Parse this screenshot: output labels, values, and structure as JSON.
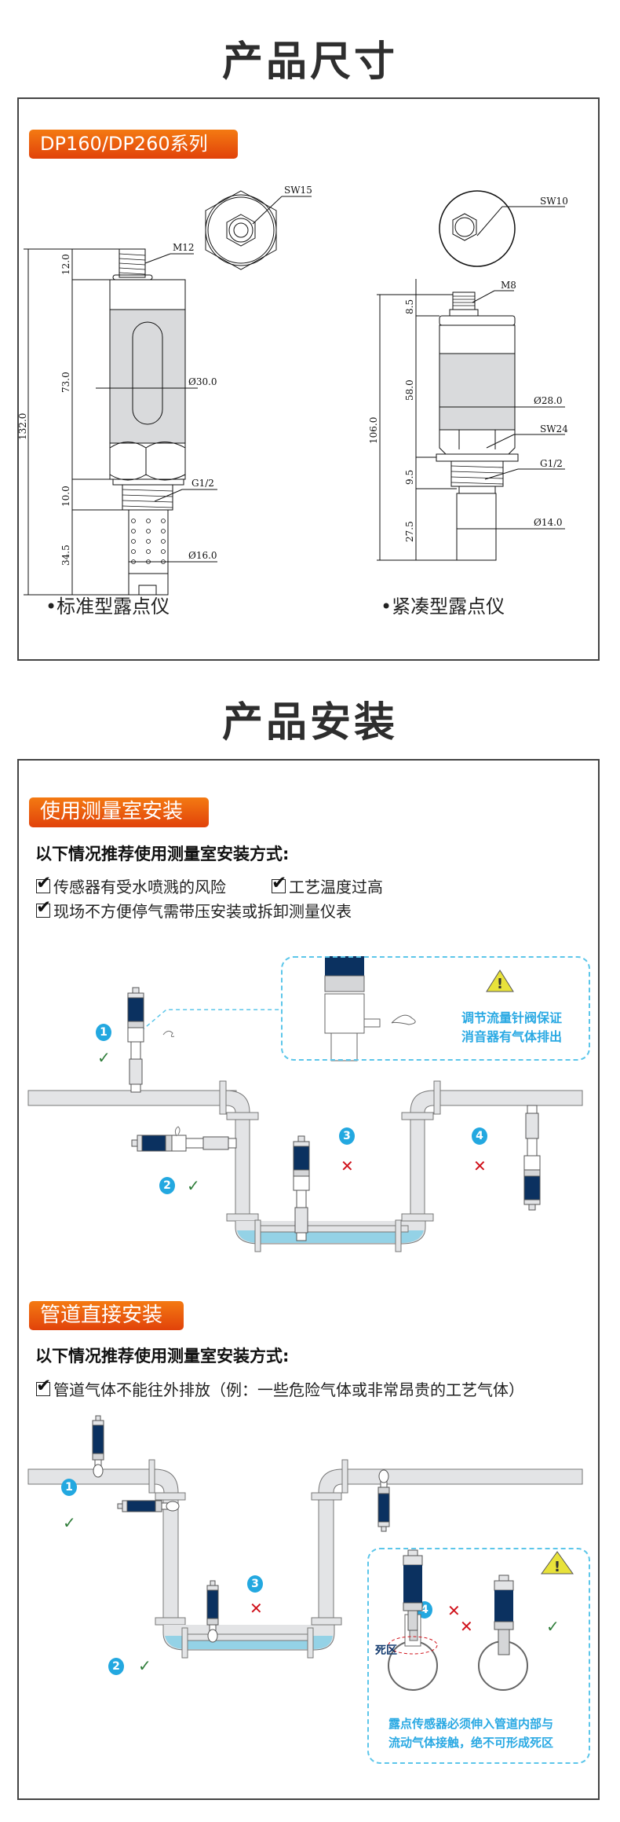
{
  "dimensions_section": {
    "title": "产品尺寸",
    "series_tag": "DP160/DP260系列",
    "standard": {
      "caption": "•标准型露点仪",
      "labels": {
        "top_wrench": "SW15",
        "connector": "M12",
        "diameter_body": "Ø30.0",
        "thread": "G1/2",
        "diameter_probe": "Ø16.0"
      },
      "dims": {
        "total": "132.0",
        "connector": "12.0",
        "body": "73.0",
        "thread": "10.0",
        "probe": "34.5"
      }
    },
    "compact": {
      "caption": "•紧凑型露点仪",
      "labels": {
        "top_wrench": "SW10",
        "connector": "M8",
        "diameter_body": "Ø28.0",
        "hex": "SW24",
        "thread": "G1/2",
        "diameter_probe": "Ø14.0"
      },
      "dims": {
        "total": "106.0",
        "connector": "8.5",
        "body": "58.0",
        "thread": "9.5",
        "probe": "27.5"
      }
    }
  },
  "install_section": {
    "title": "产品安装",
    "chamber": {
      "tag": "使用测量室安装",
      "heading": "以下情况推荐使用测量室安装方式:",
      "checks": [
        "传感器有受水喷溅的风险",
        "工艺温度过高",
        "现场不方便停气需带压安装或拆卸测量仪表"
      ],
      "callout": [
        "调节流量针阀保证",
        "消音器有气体排出"
      ],
      "positions": [
        {
          "num": "1",
          "status": "ok"
        },
        {
          "num": "2",
          "status": "ok"
        },
        {
          "num": "3",
          "status": "no"
        },
        {
          "num": "4",
          "status": "no"
        }
      ]
    },
    "direct": {
      "tag": "管道直接安装",
      "heading": "以下情况推荐使用测量室安装方式:",
      "checks": [
        "管道气体不能往外排放（例：一些危险气体或非常昂贵的工艺气体）"
      ],
      "dead_zone_label": "死区",
      "callout": [
        "露点传感器必须伸入管道内部与",
        "流动气体接触，绝不可形成死区"
      ],
      "positions": [
        {
          "num": "1",
          "status": "ok"
        },
        {
          "num": "2",
          "status": "ok"
        },
        {
          "num": "3",
          "status": "no"
        },
        {
          "num": "4",
          "status": "no"
        }
      ]
    }
  },
  "symbols": {
    "ok": "✓",
    "no": "✕",
    "warning": "!"
  },
  "colors": {
    "accent_orange": "#e8560e",
    "navy": "#0b3160",
    "cyan": "#2aa9e3",
    "water": "#94d2e6",
    "pipe": "#e3e4e6",
    "warning_yellow": "#e8e23a"
  }
}
